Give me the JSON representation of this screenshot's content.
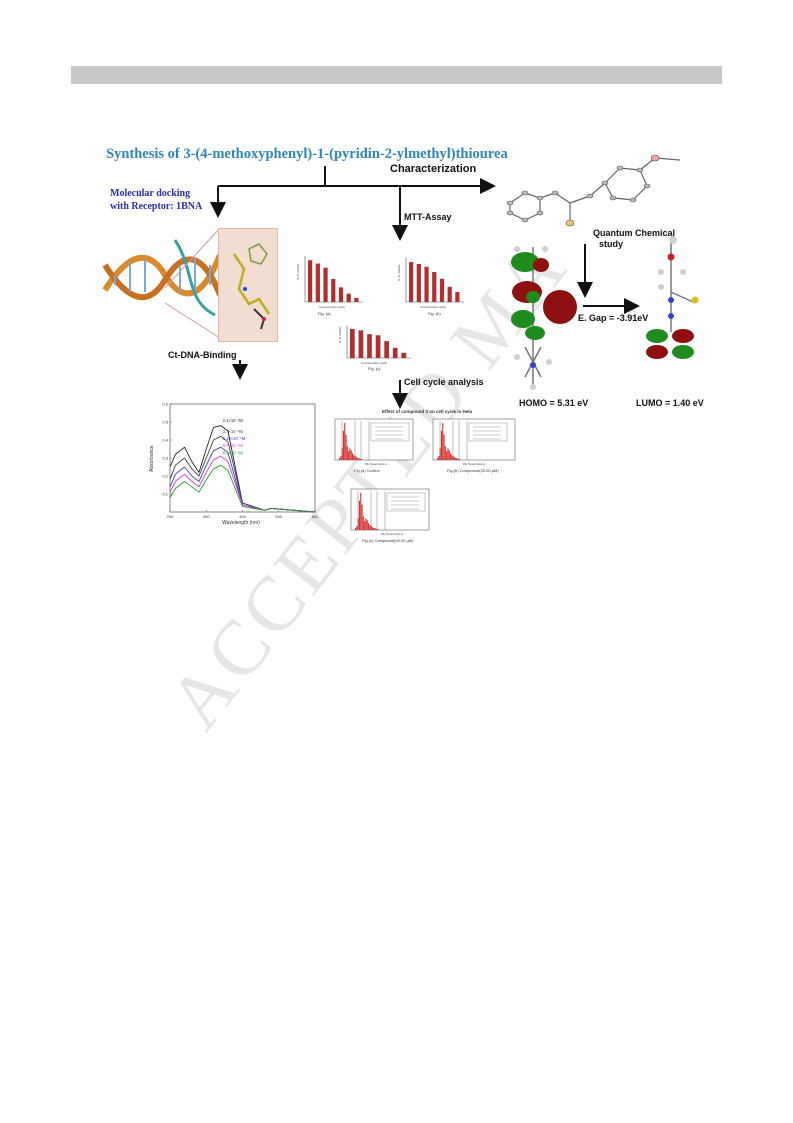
{
  "header_bar": {
    "color": "#c8c8c8"
  },
  "title": "Synthesis of 3-(4-methoxyphenyl)-1-(pyridin-2-ylmethyl)thiourea",
  "labels": {
    "characterization": "Characterization",
    "docking_line1": "Molecular docking",
    "docking_line2": "with Receptor: 1BNA",
    "mtt": "MTT-Assay",
    "quantum_line1": "Quantum Chemical",
    "quantum_line2": "study",
    "ctdna": "Ct-DNA-Binding",
    "cell_cycle": "Cell cycle analysis",
    "egap": "E. Gap = -3.91eV",
    "homo": "HOMO = 5.31 eV",
    "lumo": "LUMO = 1.40 eV"
  },
  "watermark": "ACCEPTED MA",
  "mtt_captions": [
    "Fig. (a)",
    "Fig. (b)",
    "Fig. (c)"
  ],
  "mtt_axes": {
    "xlabel": "Concentration (µM)",
    "ylabel": "% of viability"
  },
  "cell_cycle_title": "Effect of compound 3 on cell cycle in Hela",
  "cell_cycle_captions": [
    "Fig.(a) Control",
    "Fig.(b) Compound(25.00 µM)",
    "Fig.(c) Compound(50.00 µM)"
  ],
  "cell_cycle_xlabel": "PE Texas Red-A",
  "chart_data": [
    {
      "type": "bar",
      "values": [
        100,
        92,
        82,
        55,
        35,
        20,
        10
      ],
      "color": "#b03030"
    },
    {
      "type": "bar",
      "values": [
        100,
        95,
        88,
        75,
        58,
        38,
        25
      ],
      "color": "#b03030"
    },
    {
      "type": "bar",
      "values": [
        100,
        95,
        82,
        78,
        58,
        35,
        18
      ],
      "color": "#b03030"
    },
    {
      "type": "line",
      "xlabel": "Wavelength (nm)",
      "ylabel": "Absorbance",
      "xlim": [
        200,
        600
      ],
      "ylim": [
        0,
        0.6
      ],
      "x_ticks": [
        200,
        300,
        400,
        500,
        600
      ],
      "y_ticks": [
        0.1,
        0.2,
        0.3,
        0.4,
        0.5,
        0.6
      ],
      "annotations": [
        "2.1×10⁻⁶M",
        "3.7×10⁻⁶M",
        "5.10×10⁻⁶M",
        "6.7×10⁻⁶M",
        "8.3×10⁻⁶M"
      ],
      "series": [
        {
          "color": "#222222",
          "x": [
            200,
            215,
            240,
            260,
            280,
            300,
            320,
            340,
            360,
            400,
            460,
            480,
            600
          ],
          "y": [
            0.25,
            0.32,
            0.36,
            0.28,
            0.22,
            0.35,
            0.47,
            0.48,
            0.45,
            0.05,
            0.01,
            0.02,
            0.0
          ]
        },
        {
          "color": "#444444",
          "x": [
            200,
            215,
            240,
            260,
            280,
            300,
            320,
            340,
            360,
            400,
            460,
            480,
            600
          ],
          "y": [
            0.18,
            0.26,
            0.3,
            0.24,
            0.2,
            0.3,
            0.4,
            0.42,
            0.39,
            0.05,
            0.01,
            0.02,
            0.0
          ]
        },
        {
          "color": "#3b3bd6",
          "x": [
            200,
            215,
            240,
            260,
            280,
            300,
            320,
            340,
            360,
            400,
            460,
            480,
            600
          ],
          "y": [
            0.14,
            0.21,
            0.25,
            0.2,
            0.17,
            0.26,
            0.34,
            0.36,
            0.33,
            0.04,
            0.01,
            0.02,
            0.0
          ]
        },
        {
          "color": "#d23ad2",
          "x": [
            200,
            215,
            240,
            260,
            280,
            300,
            320,
            340,
            360,
            400,
            460,
            480,
            600
          ],
          "y": [
            0.11,
            0.17,
            0.21,
            0.17,
            0.14,
            0.22,
            0.29,
            0.31,
            0.28,
            0.04,
            0.01,
            0.02,
            0.0
          ]
        },
        {
          "color": "#2a9a2a",
          "x": [
            200,
            215,
            240,
            260,
            280,
            300,
            320,
            340,
            360,
            400,
            460,
            480,
            600
          ],
          "y": [
            0.08,
            0.13,
            0.17,
            0.14,
            0.11,
            0.18,
            0.24,
            0.26,
            0.23,
            0.03,
            0.01,
            0.02,
            0.0
          ]
        }
      ]
    }
  ]
}
